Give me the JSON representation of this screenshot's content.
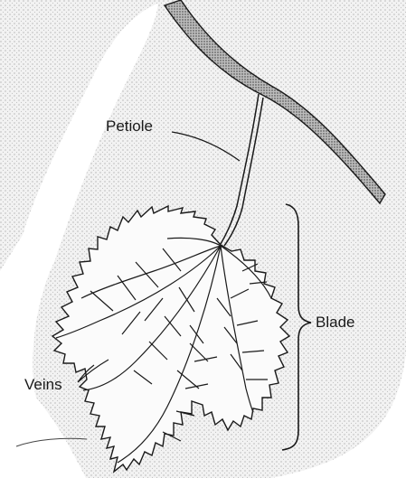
{
  "labels": {
    "petiole": "Petiole",
    "blade": "Blade",
    "veins": "Veins"
  },
  "colors": {
    "background_stipple": "#e6e6e6",
    "ink": "#1a1a1a",
    "leaf_fill": "#fbfbfb"
  }
}
